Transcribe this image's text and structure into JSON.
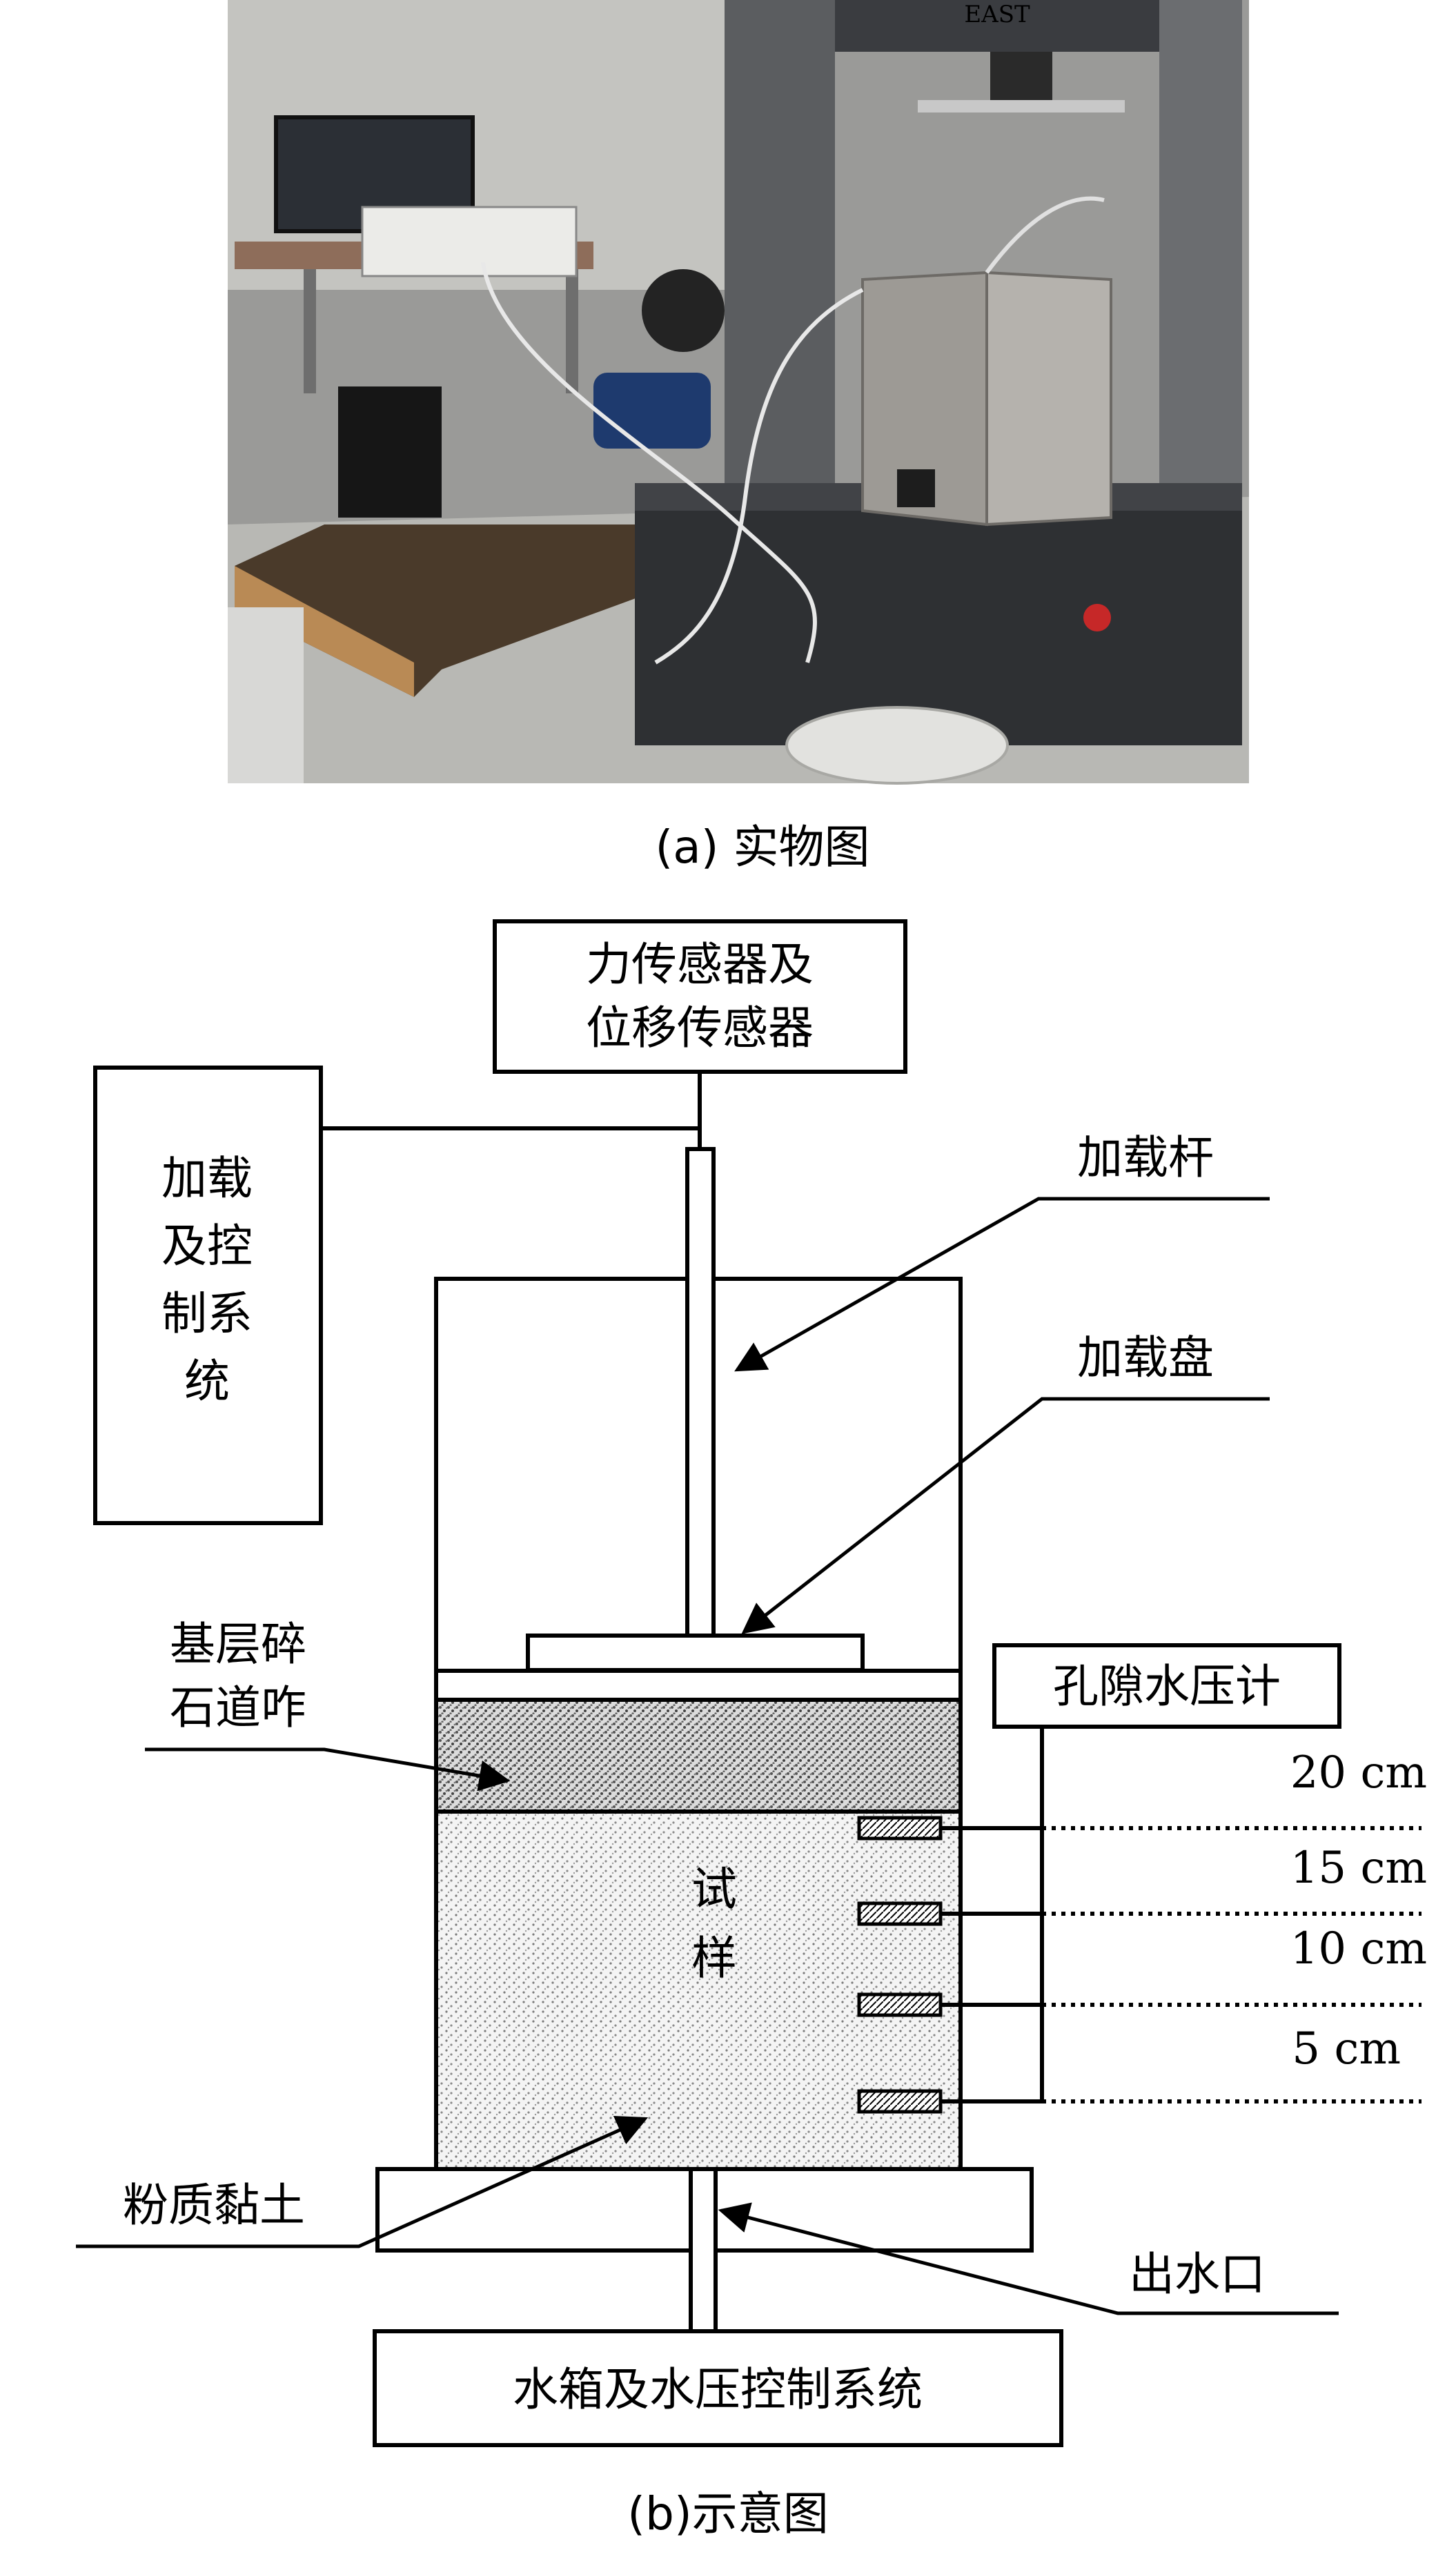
{
  "photo_panel": {
    "caption": "(a) 实物图",
    "brand_text": "EAST"
  },
  "schematic_panel": {
    "caption": "(b)示意图",
    "sensor_box": {
      "line1": "力传感器及",
      "line2": "位移传感器"
    },
    "control_box": {
      "lines": [
        "加载",
        "及控",
        "制系",
        "统"
      ]
    },
    "loading_rod_label": "加载杆",
    "loading_plate_label": "加载盘",
    "ballast_label": {
      "line1": "基层碎",
      "line2": "石道咋"
    },
    "sample_label": {
      "line1": "试",
      "line2": "样"
    },
    "silty_clay_label": "粉质黏土",
    "piezometer_label": "孔隙水压计",
    "outlet_label": "出水口",
    "tank_label": "水箱及水压控制系统",
    "depth_labels": [
      "20 cm",
      "15 cm",
      "10 cm",
      "5 cm"
    ]
  }
}
